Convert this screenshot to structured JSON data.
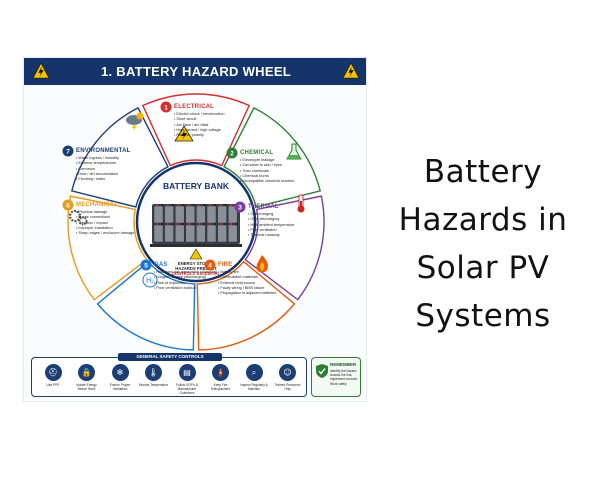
{
  "infographic": {
    "title": "1. BATTERY HAZARD WHEEL",
    "center": {
      "title": "BATTERY BANK",
      "warning_lines": [
        "ENERGY STORED",
        "HAZARDS PRESENT",
        "CONTROLS ESSENTIAL"
      ]
    },
    "segments": [
      {
        "number": "1",
        "title": "ELECTRICAL",
        "color": "#d32f2f",
        "icon": "high-voltage-icon",
        "items": [
          "Electric shock / electrocution",
          "Short circuit",
          "Arc flash / arc blast",
          "High current / high voltage",
          "Reverse polarity"
        ]
      },
      {
        "number": "2",
        "title": "CHEMICAL",
        "color": "#2e7d32",
        "icon": "flask-icon",
        "items": [
          "Electrolyte leakage",
          "Corrosive to skin / eyes",
          "Toxic chemicals",
          "Chemical burns",
          "Incompatible chemical reaction"
        ]
      },
      {
        "number": "3",
        "title": "THERMAL",
        "color": "#7b3fa0",
        "icon": "thermometer-icon",
        "items": [
          "Overcharging",
          "Over-discharging",
          "High ambient temperature",
          "Poor ventilation",
          "Thermal runaway"
        ]
      },
      {
        "number": "4",
        "title": "FIRE",
        "color": "#e8590c",
        "icon": "flame-icon",
        "items": [
          "Battery fire",
          "Combustible materials",
          "External heat source",
          "Faulty wiring / BMS failure",
          "Propagation to adjacent batteries"
        ]
      },
      {
        "number": "5",
        "title": "GAS",
        "color": "#1976d2",
        "icon": "hydrogen-gas-icon",
        "items": [
          "Hydrogen gas generation (charging)",
          "Oxygen release (discharging)",
          "Risk of explosion",
          "Poor ventilation buildup"
        ]
      },
      {
        "number": "6",
        "title": "MECHANICAL",
        "color": "#e69b1e",
        "icon": "gears-icon",
        "items": [
          "Physical damage",
          "Loose connections",
          "Vibration / impact",
          "Improper installation",
          "Sharp edges / enclosure damage"
        ]
      },
      {
        "number": "7",
        "title": "ENVIRONMENTAL",
        "color": "#1d3d75",
        "icon": "storm-cloud-icon",
        "items": [
          "Water ingress / humidity",
          "Extreme temperatures",
          "Corrosion",
          "Dust / dirt accumulation",
          "Flooding / leaks"
        ]
      }
    ],
    "controls": {
      "title": "GENERAL SAFETY CONTROLS",
      "items": [
        {
          "label": "Use PPE",
          "icon": "hard-hat-icon"
        },
        {
          "label": "Isolate Energy Before Work",
          "icon": "lock-icon"
        },
        {
          "label": "Ensure Proper Ventilation",
          "icon": "fan-icon"
        },
        {
          "label": "Monitor Temperature",
          "icon": "thermometer-icon"
        },
        {
          "label": "Follow SOP's & Manufacturer Guidelines",
          "icon": "document-icon"
        },
        {
          "label": "Keep Fire Extinguishers",
          "icon": "extinguisher-icon"
        },
        {
          "label": "Inspect Regularly & Maintain",
          "icon": "magnifier-icon"
        },
        {
          "label": "Trained Personnel Only",
          "icon": "worker-icon"
        }
      ]
    },
    "remember": {
      "title": "REMEMBER",
      "text": "Identify the hazard. Assess the risk. Implement controls. Work safely."
    }
  },
  "side_title": [
    "Battery",
    "Hazards in",
    "Solar PV",
    "Systems"
  ]
}
